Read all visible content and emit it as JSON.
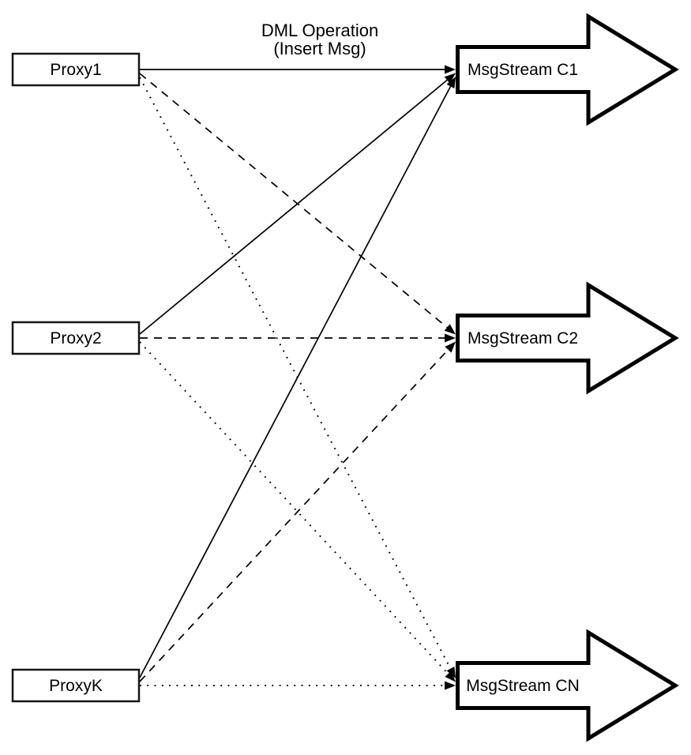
{
  "title": {
    "line1": "DML Operation",
    "line2": "(Insert Msg)"
  },
  "proxies": [
    {
      "id": "proxy1",
      "label": "Proxy1"
    },
    {
      "id": "proxy2",
      "label": "Proxy2"
    },
    {
      "id": "proxyk",
      "label": "ProxyK"
    }
  ],
  "streams": [
    {
      "id": "c1",
      "label": "MsgStream C1"
    },
    {
      "id": "c2",
      "label": "MsgStream C2"
    },
    {
      "id": "cn",
      "label": "MsgStream CN"
    }
  ],
  "edges": [
    {
      "from": "proxy1",
      "to": "c1",
      "style": "solid"
    },
    {
      "from": "proxy1",
      "to": "c2",
      "style": "dashed"
    },
    {
      "from": "proxy1",
      "to": "cn",
      "style": "dotted"
    },
    {
      "from": "proxy2",
      "to": "c1",
      "style": "solid"
    },
    {
      "from": "proxy2",
      "to": "c2",
      "style": "dashed"
    },
    {
      "from": "proxy2",
      "to": "cn",
      "style": "dotted"
    },
    {
      "from": "proxyk",
      "to": "c1",
      "style": "solid"
    },
    {
      "from": "proxyk",
      "to": "c2",
      "style": "dashed"
    },
    {
      "from": "proxyk",
      "to": "cn",
      "style": "dotted"
    }
  ],
  "colors": {
    "stroke": "#000000",
    "fill": "#ffffff",
    "text": "#000000"
  }
}
